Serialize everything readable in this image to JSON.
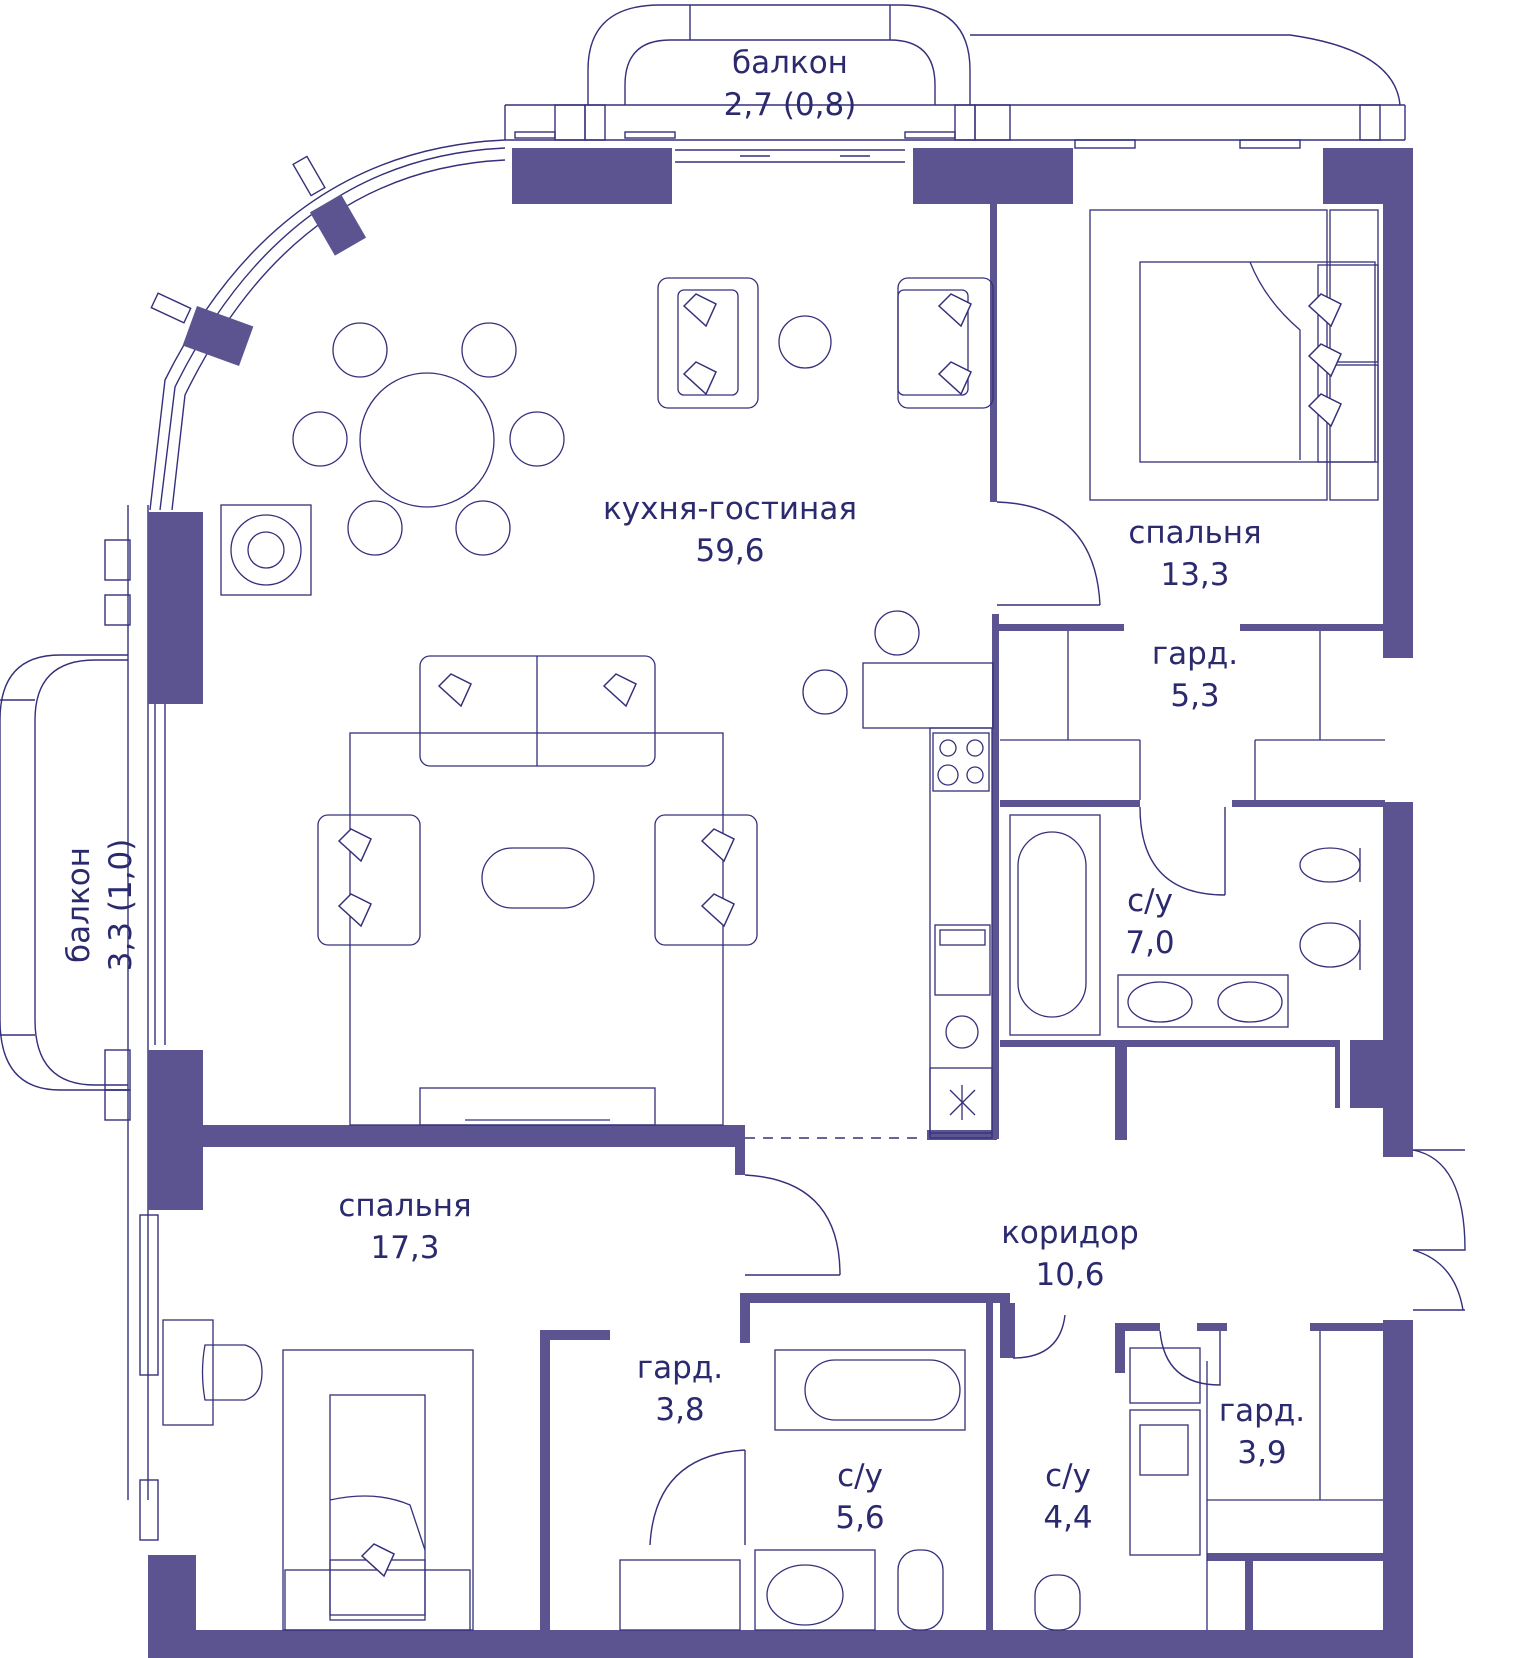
{
  "colors": {
    "wall": "#5c5491",
    "line": "#34307a",
    "text": "#2b2a6e",
    "background": "#ffffff"
  },
  "rooms": {
    "balcony_top": {
      "name": "балкон",
      "area": "2,7 (0,8)"
    },
    "balcony_left": {
      "name": "балкон",
      "area": "3,3 (1,0)"
    },
    "kitchen_living": {
      "name": "кухня-гостиная",
      "area": "59,6"
    },
    "bedroom_1": {
      "name": "спальня",
      "area": "13,3"
    },
    "wardrobe_1": {
      "name": "гард.",
      "area": "5,3"
    },
    "bathroom_1": {
      "name": "с/у",
      "area": "7,0"
    },
    "bedroom_2": {
      "name": "спальня",
      "area": "17,3"
    },
    "corridor": {
      "name": "коридор",
      "area": "10,6"
    },
    "wardrobe_2": {
      "name": "гард.",
      "area": "3,8"
    },
    "bathroom_2": {
      "name": "с/у",
      "area": "5,6"
    },
    "bathroom_3": {
      "name": "с/у",
      "area": "4,4"
    },
    "wardrobe_3": {
      "name": "гард.",
      "area": "3,9"
    }
  }
}
